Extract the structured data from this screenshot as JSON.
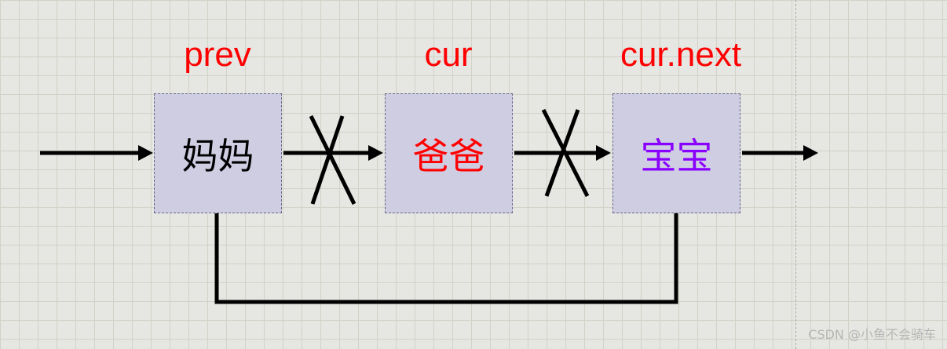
{
  "pointers": {
    "prev": "prev",
    "cur": "cur",
    "next": "cur.next"
  },
  "nodes": [
    {
      "label": "妈妈",
      "color": "#000000"
    },
    {
      "label": "爸爸",
      "color": "#ff0000"
    },
    {
      "label": "宝宝",
      "color": "#8a00ff"
    }
  ],
  "watermark": "CSDN @小鱼不会骑车",
  "colors": {
    "pointer_label": "#ff0000",
    "node_fill": "#cfcde2",
    "link": "#000000"
  }
}
